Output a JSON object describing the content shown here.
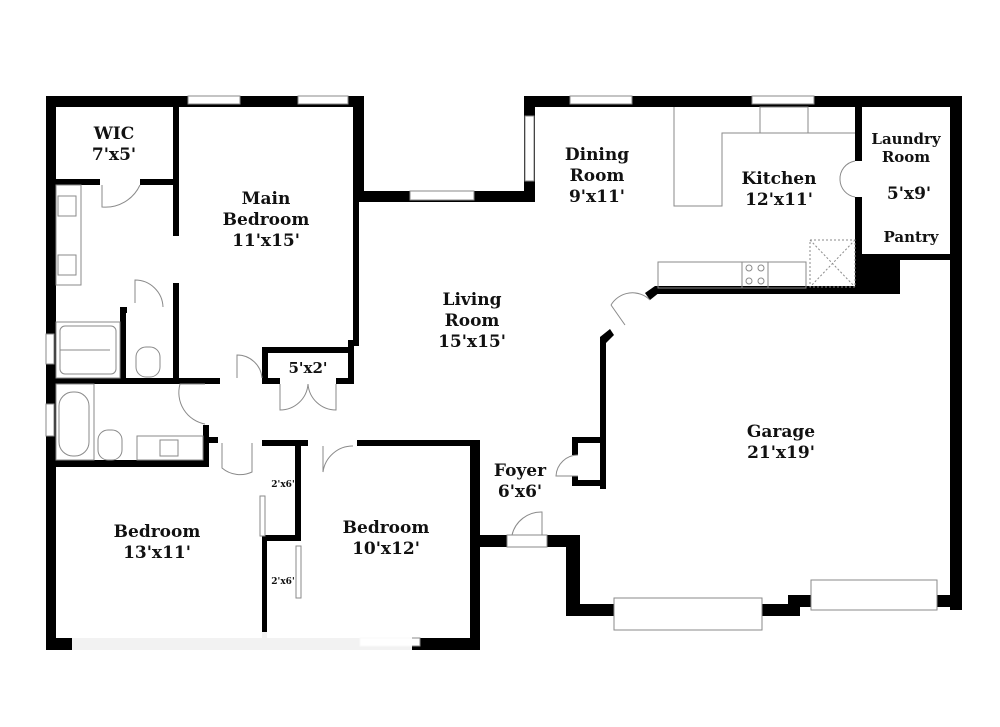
{
  "floor_plan": {
    "rooms": [
      {
        "id": "wic",
        "name": "WIC",
        "dims": "7'x5'"
      },
      {
        "id": "main-bedroom",
        "name_line1": "Main",
        "name_line2": "Bedroom",
        "dims": "11'x15'"
      },
      {
        "id": "dining-room",
        "name_line1": "Dining",
        "name_line2": "Room",
        "dims": "9'x11'"
      },
      {
        "id": "kitchen",
        "name": "Kitchen",
        "dims": "12'x11'"
      },
      {
        "id": "laundry-room",
        "name_line1": "Laundry",
        "name_line2": "Room",
        "dims": "5'x9'",
        "extra": "Pantry"
      },
      {
        "id": "living-room",
        "name_line1": "Living",
        "name_line2": "Room",
        "dims": "15'x15'"
      },
      {
        "id": "hall-closet",
        "dims": "5'x2'"
      },
      {
        "id": "garage",
        "name": "Garage",
        "dims": "21'x19'"
      },
      {
        "id": "foyer",
        "name": "Foyer",
        "dims": "6'x6'"
      },
      {
        "id": "bedroom-2",
        "name": "Bedroom",
        "dims": "13'x11'"
      },
      {
        "id": "bedroom-3",
        "name": "Bedroom",
        "dims": "10'x12'"
      },
      {
        "id": "closet-a",
        "dims": "2'x6'"
      },
      {
        "id": "closet-b",
        "dims": "2'x6'"
      }
    ],
    "colors": {
      "wall": "#000000",
      "fixture": "#8a8a8a",
      "background": "#ffffff"
    }
  }
}
